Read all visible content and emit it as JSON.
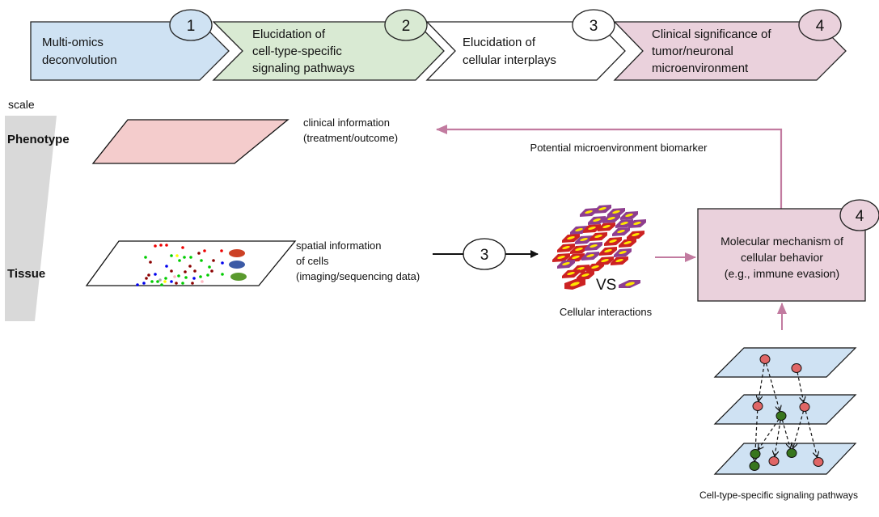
{
  "steps": [
    {
      "number": "1",
      "lines": [
        "Multi-omics",
        "deconvolution"
      ],
      "color": "#cfe2f3"
    },
    {
      "number": "2",
      "lines": [
        "Elucidation of",
        "cell-type-specific",
        "signaling pathways"
      ],
      "color": "#d9ead3"
    },
    {
      "number": "3",
      "lines": [
        "Elucidation of",
        "cellular interplays"
      ],
      "color": "#ffffff"
    },
    {
      "number": "4",
      "lines": [
        "Clinical significance of",
        "tumor/neuronal",
        "microenvironment"
      ],
      "color": "#ead1dc"
    }
  ],
  "scale": {
    "label": "scale",
    "levels": [
      "Phenotype",
      "Tissue"
    ]
  },
  "phenotype": {
    "info_lines": [
      "clinical information",
      "(treatment/outcome)"
    ],
    "color": "#f4cccc"
  },
  "tissue": {
    "info_lines": [
      "spatial information",
      "of cells",
      "(imaging/sequencing data)"
    ]
  },
  "flow": {
    "step3_badge": "3",
    "biomarker_label": "Potential microenvironment biomarker",
    "interactions_label": "Cellular interactions",
    "vs_label": "VS",
    "arrow_color": "#c27ba0"
  },
  "mechanism": {
    "badge": "4",
    "lines": [
      "Molecular mechanism of",
      "cellular behavior",
      "(e.g., immune evasion)"
    ],
    "color": "#ead1dc"
  },
  "pathways": {
    "label": "Cell-type-specific signaling pathways",
    "layer_color": "#cfe2f3",
    "node_red": "#e06666",
    "node_green": "#38761d"
  }
}
